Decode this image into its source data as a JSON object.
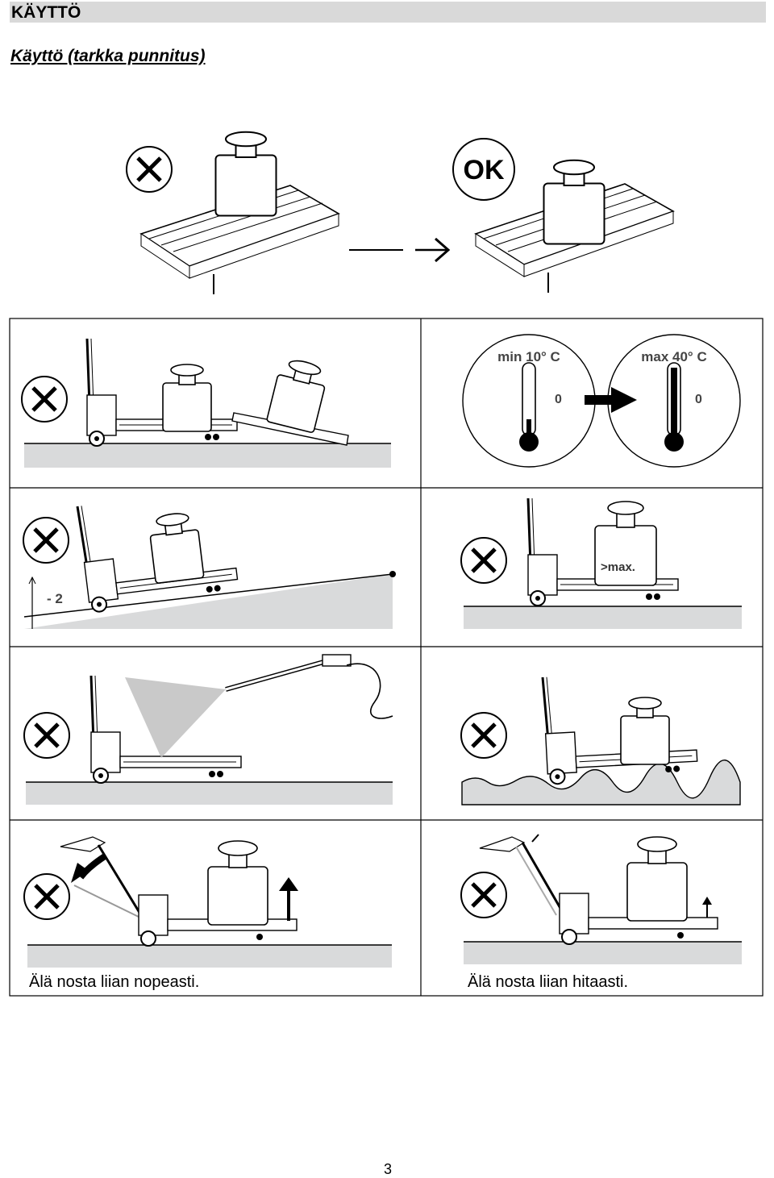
{
  "header": {
    "section_title": "KÄYTTÖ"
  },
  "subtitle": "Käyttö (tarkka punnitus)",
  "top_illustration": {
    "ok_label": "OK"
  },
  "temperature_panel": {
    "min_label": "min 10° C",
    "max_label": "max 40° C",
    "zero_left": "0",
    "zero_right": "0"
  },
  "slope_label": "- 2",
  "overload_label": ">max.",
  "captions": {
    "lift_fast": "Älä nosta liian nopeasti.",
    "lift_slow": "Älä nosta liian hitaasti."
  },
  "page_number": "3"
}
